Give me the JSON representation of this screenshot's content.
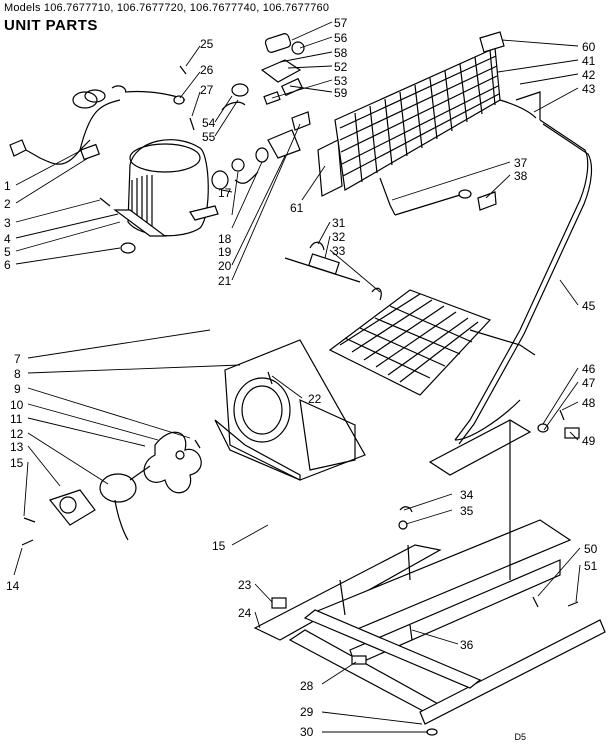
{
  "header": {
    "models": "Models 106.7677710, 106.7677720, 106.7677740, 106.7677760",
    "title": "UNIT PARTS"
  },
  "diagram_code": "D5",
  "callouts": [
    "1",
    "2",
    "3",
    "4",
    "5",
    "6",
    "7",
    "8",
    "9",
    "10",
    "11",
    "12",
    "13",
    "14",
    "15",
    "15",
    "17",
    "18",
    "19",
    "20",
    "21",
    "22",
    "23",
    "24",
    "25",
    "26",
    "27",
    "28",
    "29",
    "30",
    "31",
    "32",
    "33",
    "34",
    "35",
    "36",
    "37",
    "38",
    "41",
    "42",
    "43",
    "45",
    "46",
    "47",
    "48",
    "49",
    "50",
    "51",
    "52",
    "53",
    "54",
    "55",
    "56",
    "57",
    "58",
    "59",
    "60",
    "61"
  ]
}
